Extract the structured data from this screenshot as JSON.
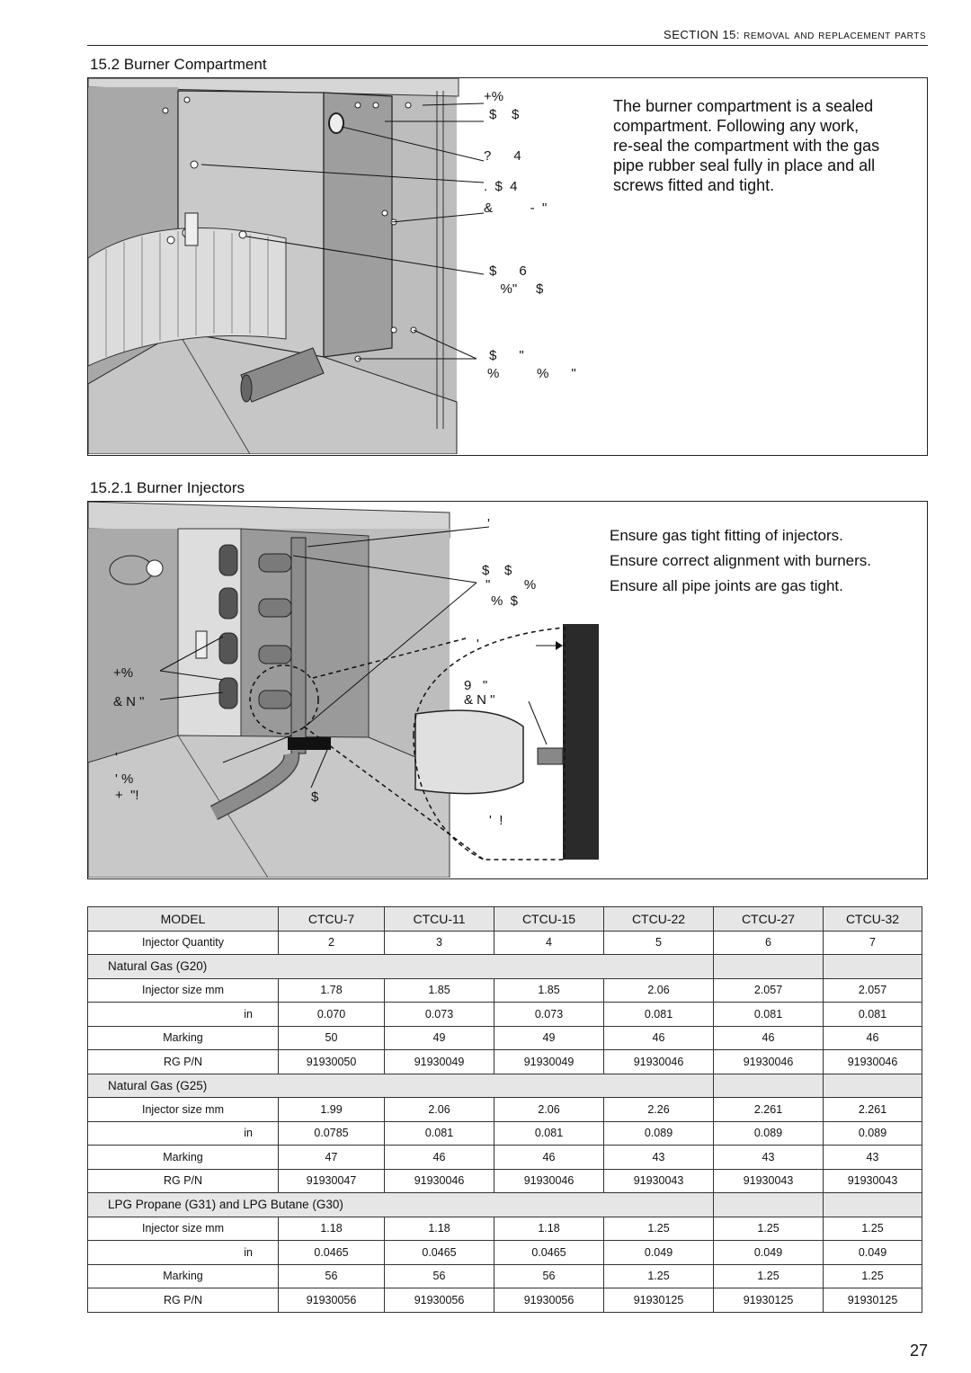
{
  "header": {
    "section": "SECTION 15: ",
    "section_caps": "REMOVAL AND REPLACEMENT PARTS"
  },
  "burner_compartment": {
    "title": "15.2 Burner Compartment",
    "description": "The burner compartment is a sealed compartment. Following any work, re-seal the compartment with the gas pipe rubber seal fully in place and all screws fitted and tight.",
    "description_lines": [
      "The burner compartment is a sealed",
      "compartment. Following any work,",
      "re-seal the compartment with the gas",
      "pipe rubber seal fully in place and all",
      "screws fitted and tight."
    ],
    "callouts": [
      "+%",
      "$    $",
      "?      4",
      ".  $  4",
      "&          -  \"",
      "$      6",
      "   %\"     $",
      "$      \"",
      "%          %      \""
    ]
  },
  "burner_injectors": {
    "title": "15.2.1 Burner Injectors",
    "notes": [
      "Ensure gas tight fitting of injectors.",
      "Ensure correct alignment with burners.",
      "Ensure all pipe joints are gas tight."
    ],
    "callouts": [
      "'",
      "$    $",
      "\"         %",
      "%  $",
      "'",
      "9   \"",
      "& N \"",
      "+%",
      "& N \"",
      "'",
      "' %",
      "+  \"!",
      "$",
      "'  !"
    ]
  },
  "table": {
    "header_label": "MODEL",
    "models": [
      "CTCU-7",
      "CTCU-11",
      "CTCU-15",
      "CTCU-22",
      "CTCU-27",
      "CTCU-32"
    ],
    "injector_quantity_label": "Injector Quantity",
    "injector_quantity": [
      "2",
      "3",
      "4",
      "5",
      "6",
      "7"
    ],
    "row_labels": {
      "size_mm": "Injector size  mm",
      "size_in": "in",
      "marking": "Marking",
      "rgpn": "RG P/N"
    },
    "groups": [
      {
        "name": "Natural Gas (G20)",
        "size_mm": [
          "1.78",
          "1.85",
          "1.85",
          "2.06",
          "2.057",
          "2.057"
        ],
        "size_in": [
          "0.070",
          "0.073",
          "0.073",
          "0.081",
          "0.081",
          "0.081"
        ],
        "marking": [
          "50",
          "49",
          "49",
          "46",
          "46",
          "46"
        ],
        "rgpn": [
          "91930050",
          "91930049",
          "91930049",
          "91930046",
          "91930046",
          "91930046"
        ]
      },
      {
        "name": "Natural Gas (G25)",
        "size_mm": [
          "1.99",
          "2.06",
          "2.06",
          "2.26",
          "2.261",
          "2.261"
        ],
        "size_in": [
          "0.0785",
          "0.081",
          "0.081",
          "0.089",
          "0.089",
          "0.089"
        ],
        "marking": [
          "47",
          "46",
          "46",
          "43",
          "43",
          "43"
        ],
        "rgpn": [
          "91930047",
          "91930046",
          "91930046",
          "91930043",
          "91930043",
          "91930043"
        ]
      },
      {
        "name": "LPG Propane (G31) and LPG Butane (G30)",
        "size_mm": [
          "1.18",
          "1.18",
          "1.18",
          "1.25",
          "1.25",
          "1.25"
        ],
        "size_in": [
          "0.0465",
          "0.0465",
          "0.0465",
          "0.049",
          "0.049",
          "0.049"
        ],
        "marking": [
          "56",
          "56",
          "56",
          "1.25",
          "1.25",
          "1.25"
        ],
        "rgpn": [
          "91930056",
          "91930056",
          "91930056",
          "91930125",
          "91930125",
          "91930125"
        ]
      }
    ]
  },
  "page_number": "27"
}
